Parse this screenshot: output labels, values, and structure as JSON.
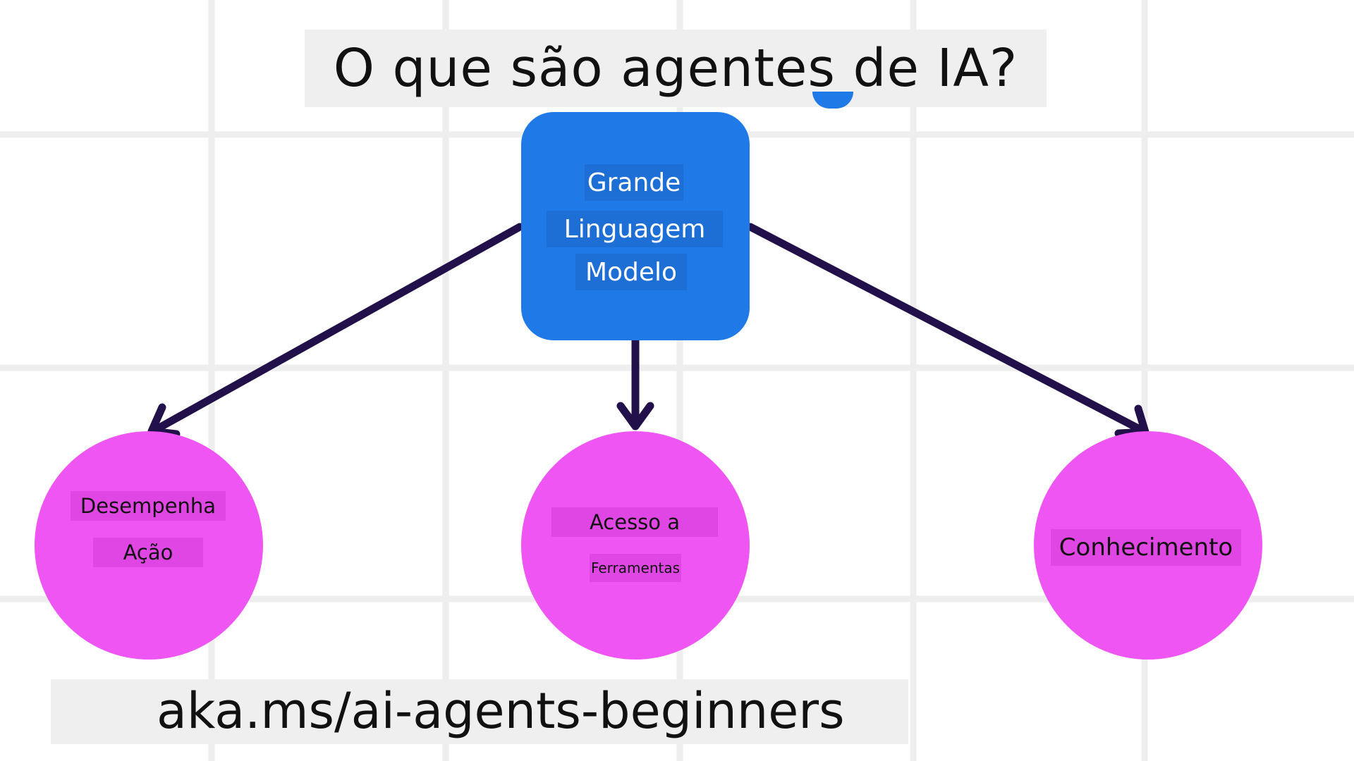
{
  "title": "O que são agentes de IA?",
  "center_node": {
    "lines": [
      "Grande",
      "Linguagem",
      "Modelo"
    ]
  },
  "nodes": [
    {
      "lines": [
        "Desempenha",
        "Ação"
      ]
    },
    {
      "lines": [
        "Acesso a",
        "Ferramentas"
      ]
    },
    {
      "lines": [
        "Conhecimento"
      ]
    }
  ],
  "footer_url": "aka.ms/ai-agents-beginners",
  "colors": {
    "background": "#ffffff",
    "grid": "#eeeeee",
    "llm_box": "#1f7ae8",
    "llm_text_bg": "#1d6fd6",
    "node_fill": "#ef55f3",
    "node_label_bg": "#e046e3",
    "arrow": "#22104a",
    "label_box": "#efefef"
  }
}
